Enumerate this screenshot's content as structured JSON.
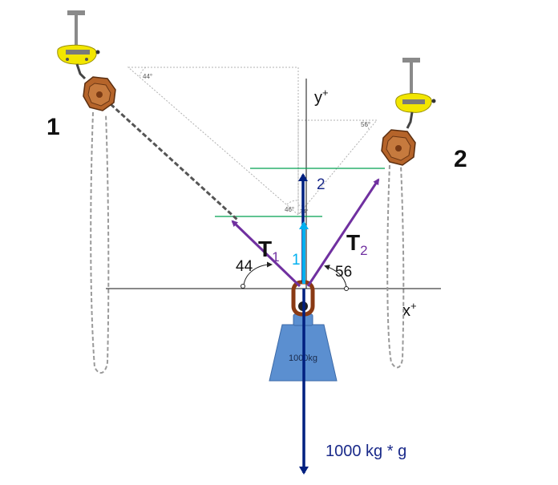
{
  "labels": {
    "hoist_1": "1",
    "hoist_2": "2",
    "axis_y_base": "y",
    "axis_y_sup": "+",
    "axis_x_base": "x",
    "axis_x_sup": "+",
    "tension_1_letter": "T",
    "tension_1_sub": "1",
    "tension_2_letter": "T",
    "tension_2_sub": "2",
    "angle_1": "44",
    "angle_2": "56",
    "vertical_component_1": "1",
    "vertical_component_2": "2",
    "weight_mass": "1000kg",
    "weight_force": "1000 kg * g",
    "dotted_angle_44": "44°",
    "dotted_angle_56": "56°",
    "dotted_angle_46": "46°",
    "dotted_angle_34": "34°"
  },
  "colors": {
    "tension_arrow": "#7030a0",
    "vertical_1_arrow": "#00b0f0",
    "vertical_2_arrow": "#002080",
    "weight_arrow": "#002080",
    "weight_block": "#5b8fd0",
    "guide_lines": "#00a050",
    "hoist_body": "#b5642a",
    "clamp_yellow": "#f2e600"
  }
}
